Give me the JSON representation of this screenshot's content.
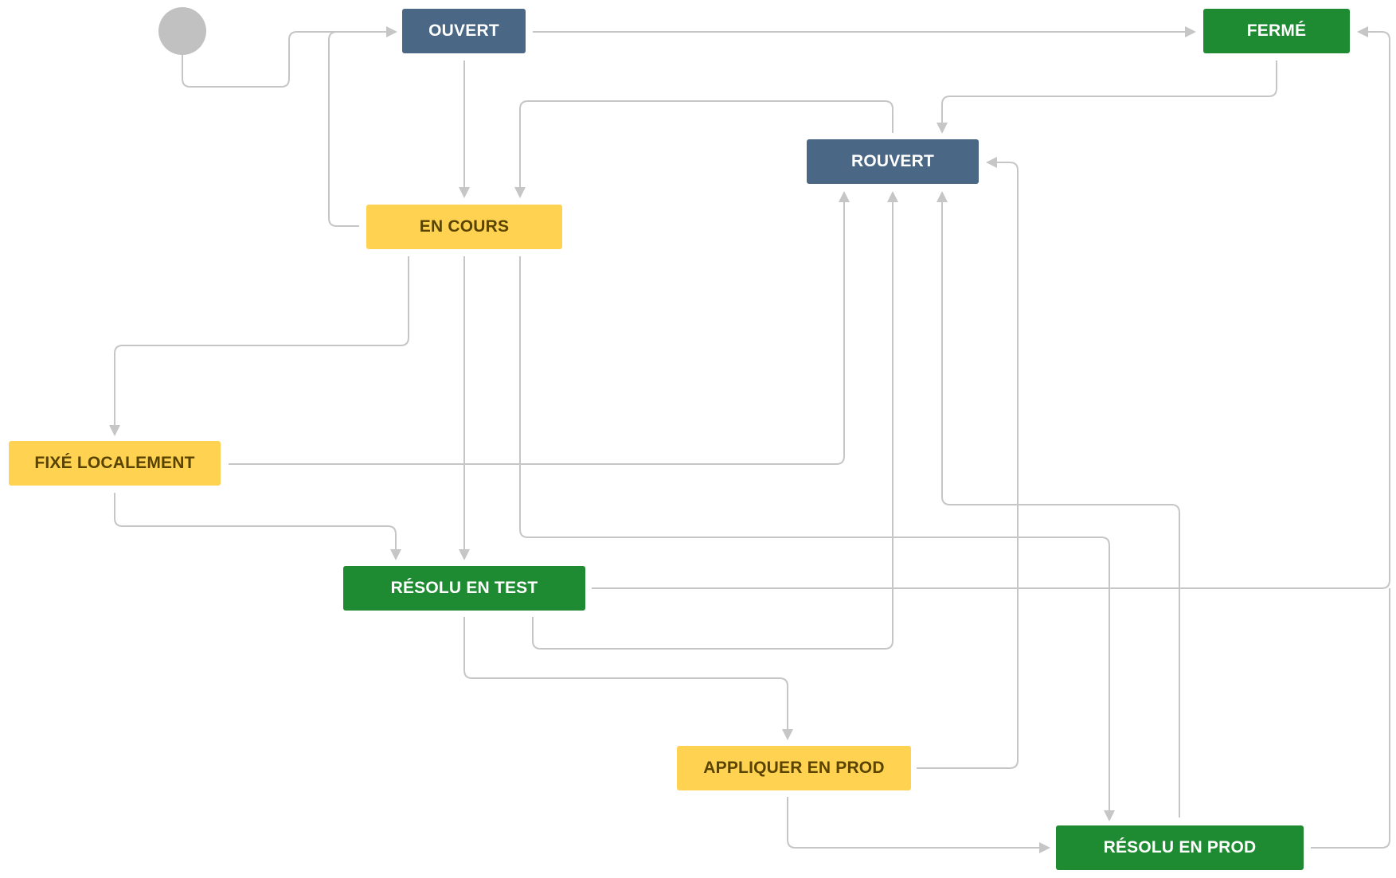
{
  "diagram": {
    "statuses": {
      "ouvert": "OUVERT",
      "ferme": "FERMÉ",
      "rouvert": "ROUVERT",
      "en_cours": "EN COURS",
      "fixe_localement": "FIXÉ LOCALEMENT",
      "resolu_en_test": "RÉSOLU EN TEST",
      "appliquer_en_prod": "APPLIQUER EN PROD",
      "resolu_en_prod": "RÉSOLU EN PROD"
    },
    "colors": {
      "todo": "#4a6785",
      "in_progress": "#ffd351",
      "done": "#1e8a31",
      "connector": "#c6c6c6",
      "start": "#c1c1c1"
    }
  }
}
